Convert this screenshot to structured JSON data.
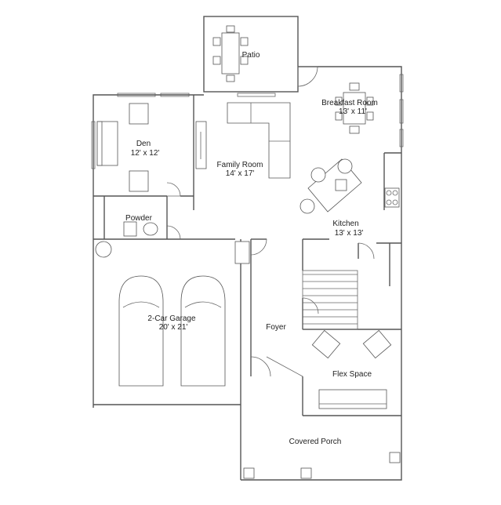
{
  "rooms": {
    "patio": {
      "name": "Patio",
      "size": ""
    },
    "breakfast": {
      "name": "Breakfast Room",
      "size": "13' x 11'"
    },
    "den": {
      "name": "Den",
      "size": "12' x 12'"
    },
    "family": {
      "name": "Family Room",
      "size": "14' x 17'"
    },
    "powder": {
      "name": "Powder",
      "size": ""
    },
    "kitchen": {
      "name": "Kitchen",
      "size": "13' x 13'"
    },
    "garage": {
      "name": "2-Car Garage",
      "size": "20' x 21'"
    },
    "foyer": {
      "name": "Foyer",
      "size": ""
    },
    "flex": {
      "name": "Flex Space",
      "size": ""
    },
    "porch": {
      "name": "Covered Porch",
      "size": ""
    }
  }
}
